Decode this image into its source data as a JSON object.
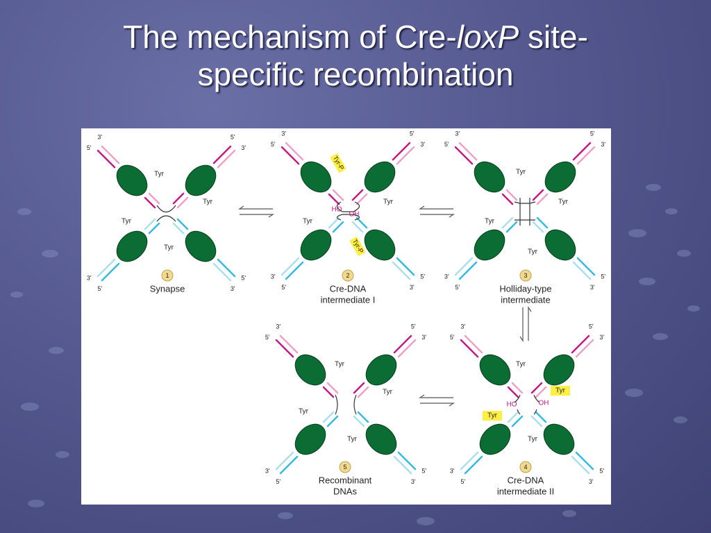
{
  "slide": {
    "title_part1": "The mechanism of Cre-",
    "title_italic": "loxP",
    "title_part2": " site-",
    "title_line2": "specific recombination"
  },
  "diagram": {
    "colors": {
      "background": "#555a92",
      "cre_protein": "#0c6d34",
      "dna_magenta": "#c21a85",
      "dna_pink": "#ef9fc9",
      "dna_cyan": "#34b9e0",
      "dna_lightblue": "#aadff0",
      "highlight": "#ffee44",
      "chemical_label": "#c21a85",
      "step_badge": "#f3d98c"
    },
    "labels": {
      "tyr": "Tyr",
      "tyr_p": "Tyr-P",
      "ho": "HO",
      "oh": "OH",
      "five_prime": "5'",
      "three_prime": "3'"
    },
    "steps": [
      {
        "number": "1",
        "line1": "Synapse",
        "line2": ""
      },
      {
        "number": "2",
        "line1": "Cre-DNA",
        "line2": "intermediate I"
      },
      {
        "number": "3",
        "line1": "Holliday-type",
        "line2": "intermediate"
      },
      {
        "number": "4",
        "line1": "Cre-DNA",
        "line2": "intermediate II"
      },
      {
        "number": "5",
        "line1": "Recombinant",
        "line2": "DNAs"
      }
    ]
  }
}
